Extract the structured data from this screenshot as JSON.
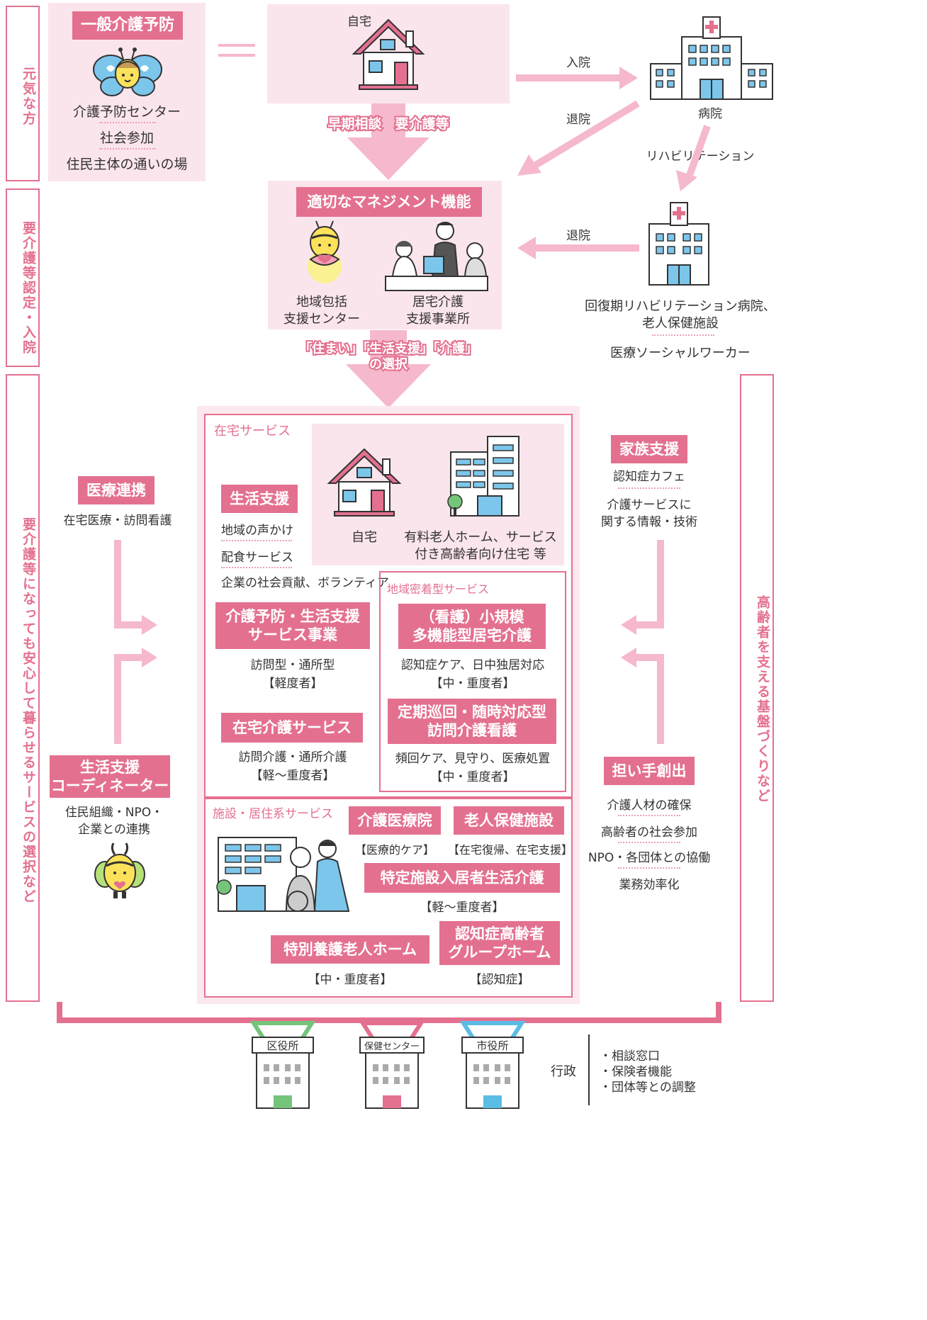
{
  "side_labels": {
    "left_top": "元気な方",
    "left_mid": "要介護等認定・入院",
    "left_bottom": "要介護等になっても安心して暮らせるサービスの選択など",
    "right": "高齢者を支える基盤づくりなど"
  },
  "prevention": {
    "title": "一般介護予防",
    "items": [
      "介護予防センター",
      "社会参加",
      "住民主体の通いの場"
    ]
  },
  "equals": "＝",
  "home_top": {
    "label": "自宅"
  },
  "hospital": {
    "label": "病院",
    "admit": "入院",
    "discharge": "退院",
    "rehab": "リハビリテーション"
  },
  "consult_label": "早期相談　要介護等",
  "management": {
    "title": "適切なマネジメント機能",
    "left_label_1": "地域包括",
    "left_label_2": "支援センター",
    "right_label_1": "居宅介護",
    "right_label_2": "支援事業所"
  },
  "rehab_hospital": {
    "discharge": "退院",
    "line1": "回復期リハビリテーション病院、",
    "line2": "老人保健施設",
    "line3": "医療ソーシャルワーカー"
  },
  "choice_label": {
    "line1": "「住まい」「生活支援」「介護」",
    "line2": "の選択"
  },
  "home_services": {
    "header": "在宅サービス",
    "home_label": "自宅",
    "facility_label_1": "有料老人ホーム、サービス",
    "facility_label_2": "付き高齢者向け住宅 等",
    "life_support": {
      "title": "生活支援",
      "items": [
        "地域の声かけ",
        "配食サービス",
        "企業の社会貢献、ボランティア"
      ]
    },
    "prevention_service": {
      "title_1": "介護予防・生活支援",
      "title_2": "サービス事業",
      "sub_1": "訪問型・通所型",
      "sub_2": "【軽度者】"
    },
    "home_care": {
      "title": "在宅介護サービス",
      "sub_1": "訪問介護・通所介護",
      "sub_2": "【軽～重度者】"
    }
  },
  "community": {
    "header": "地域密着型サービス",
    "small_multi": {
      "title_1": "（看護）小規模",
      "title_2": "多機能型居宅介護",
      "sub_1": "認知症ケア、日中独居対応",
      "sub_2": "【中・重度者】"
    },
    "periodic": {
      "title_1": "定期巡回・随時対応型",
      "title_2": "訪問介護看護",
      "sub_1": "頻回ケア、見守り、医療処置",
      "sub_2": "【中・重度者】"
    }
  },
  "facility_services": {
    "header": "施設・居住系サービス",
    "medical_care_hospital": {
      "title": "介護医療院",
      "sub": "【医療的ケア】"
    },
    "elderly_health": {
      "title": "老人保健施設",
      "sub": "【在宅復帰、在宅支援】"
    },
    "specified": {
      "title": "特定施設入居者生活介護",
      "sub": "【軽～重度者】"
    },
    "special_nursing": {
      "title": "特別養護老人ホーム",
      "sub": "【中・重度者】"
    },
    "dementia_group": {
      "title_1": "認知症高齢者",
      "title_2": "グループホーム",
      "sub": "【認知症】"
    }
  },
  "medical_link": {
    "title": "医療連携",
    "sub": "在宅医療・訪問看護"
  },
  "coordinator": {
    "title_1": "生活支援",
    "title_2": "コーディネーター",
    "sub_1": "住民組織・NPO・",
    "sub_2": "企業との連携"
  },
  "family_support": {
    "title": "家族支援",
    "items": [
      "認知症カフェ",
      "介護サービスに",
      "関する情報・技術"
    ]
  },
  "workforce": {
    "title": "担い手創出",
    "items": [
      "介護人材の確保",
      "高齢者の社会参加",
      "NPO・各団体との協働",
      "業務効率化"
    ]
  },
  "government": {
    "buildings": [
      "区役所",
      "保健センター",
      "市役所"
    ],
    "label": "行政",
    "items": [
      "・相談窓口",
      "・保険者機能",
      "・団体等との調整"
    ]
  },
  "colors": {
    "accent": "#e4708f",
    "light": "#fbe5ed",
    "arrow": "#f5b8cc",
    "green": "#74c47a",
    "blue": "#5bbde4"
  }
}
